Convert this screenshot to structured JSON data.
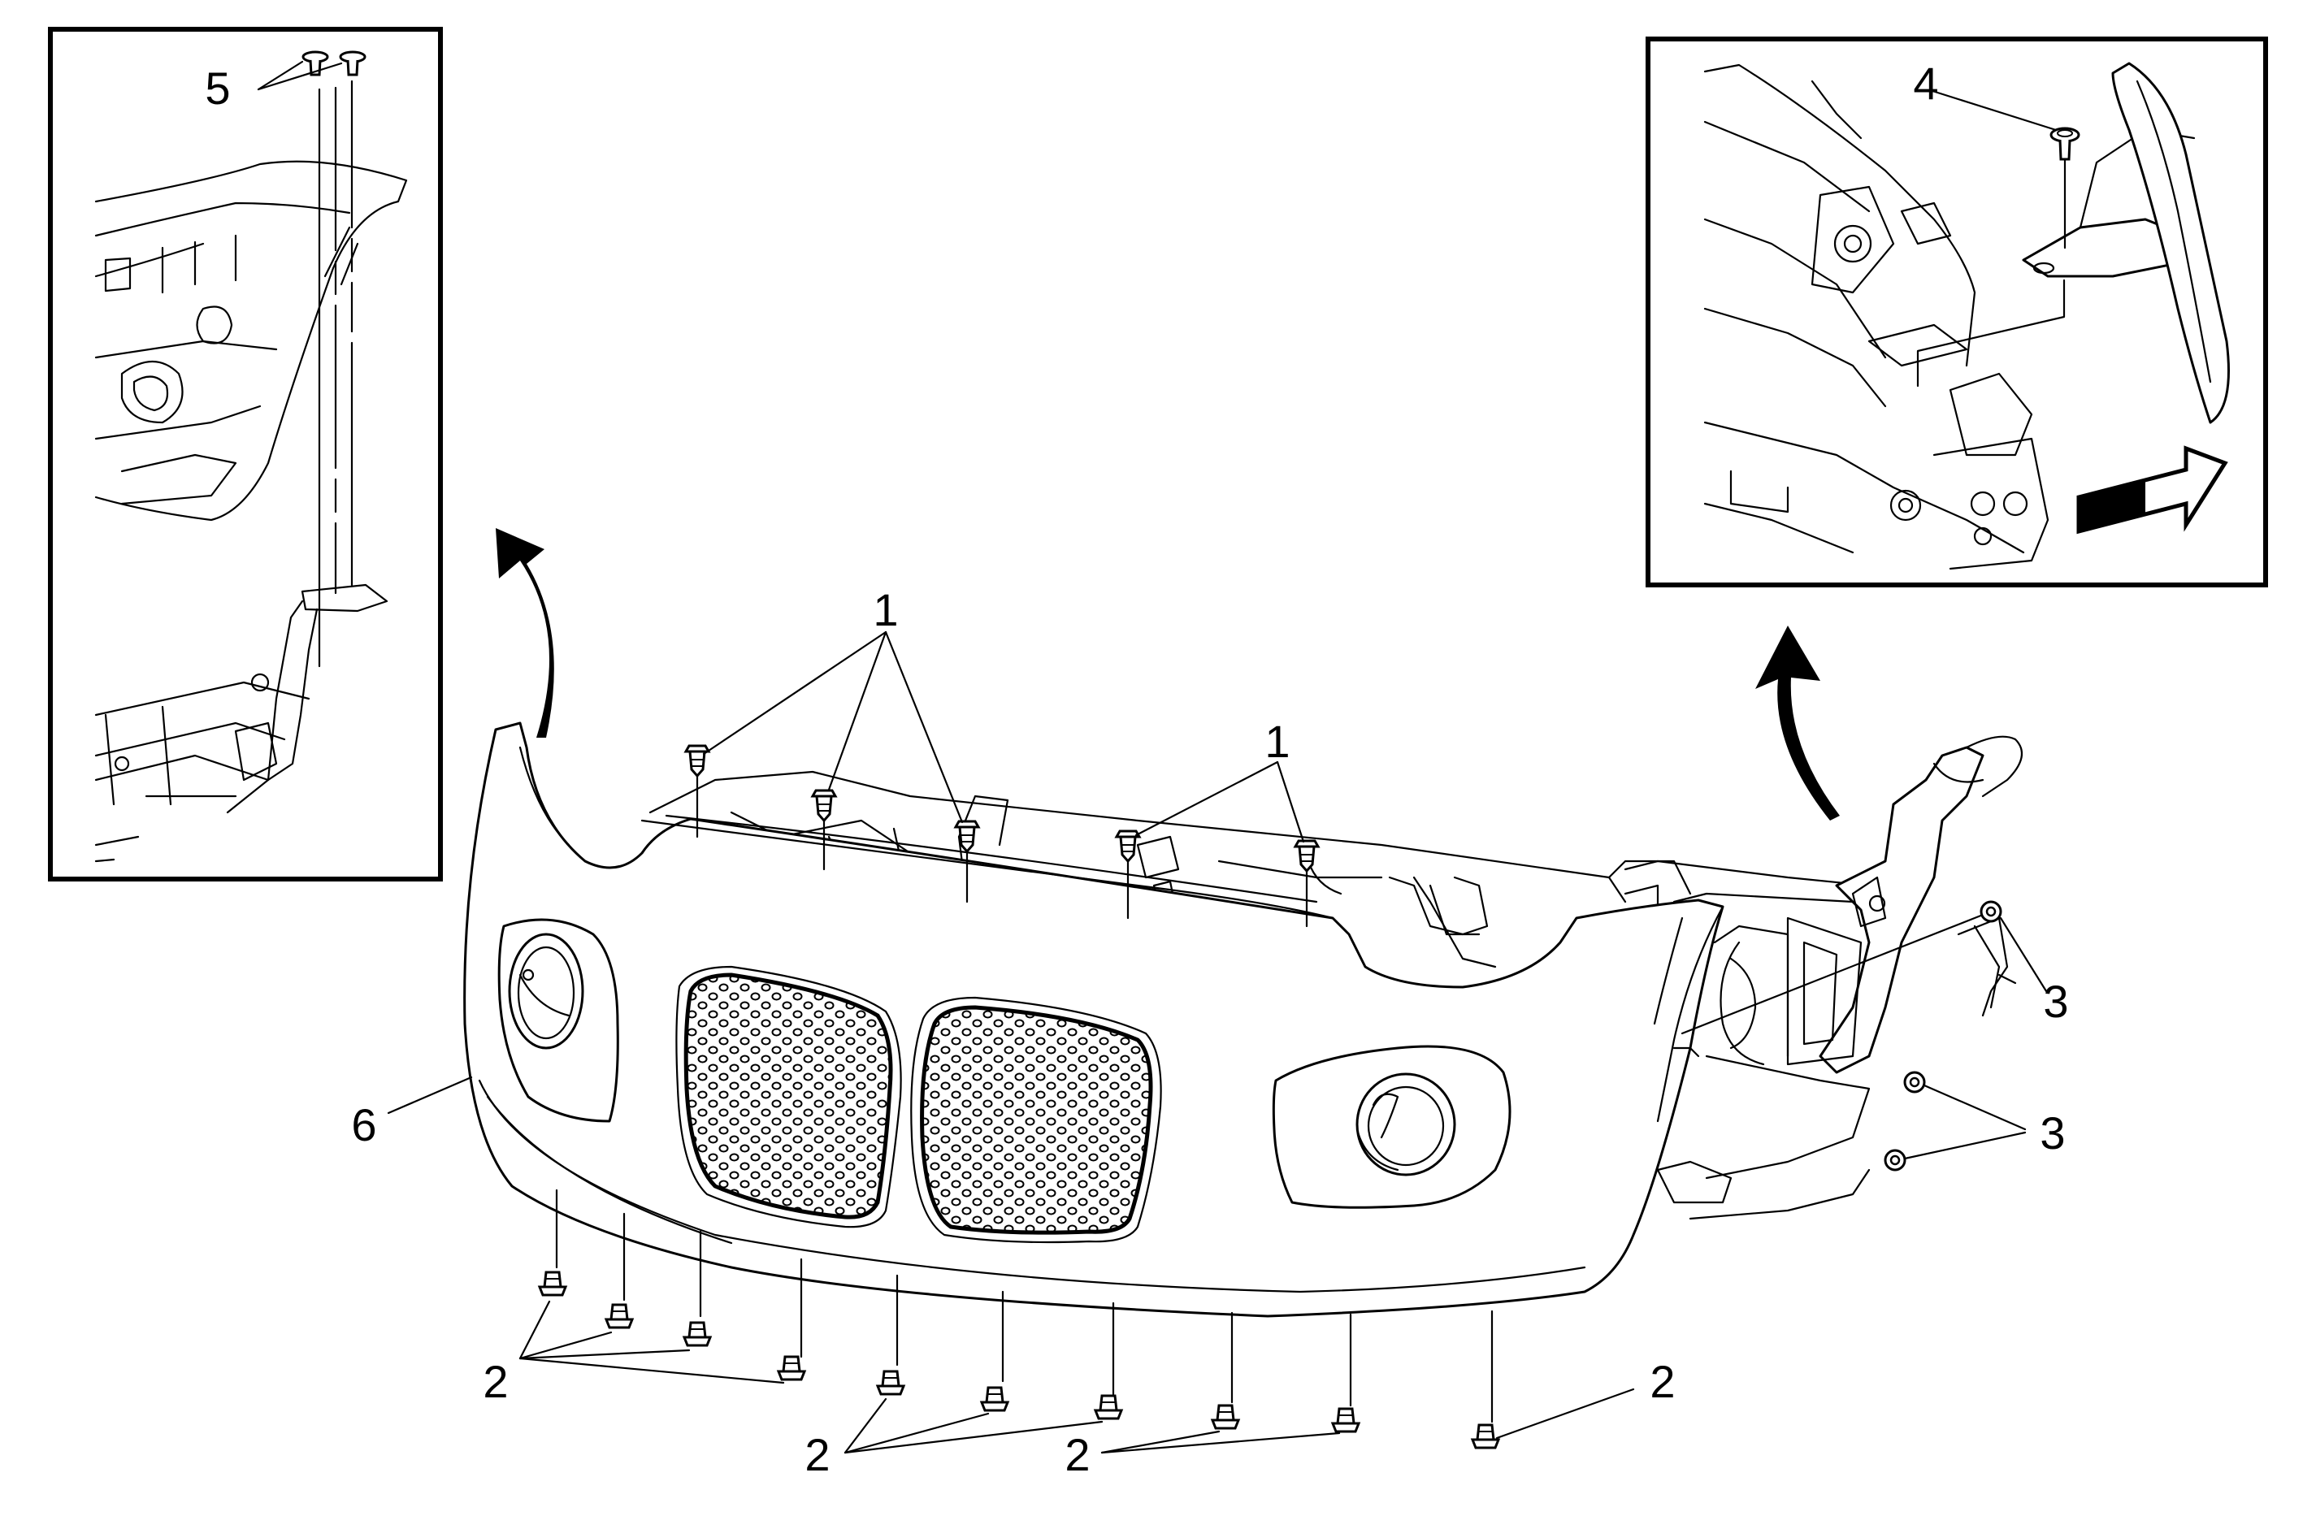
{
  "diagram": {
    "callouts": {
      "fastener_1": "1",
      "fastener_2": "2",
      "fastener_3": "3",
      "fastener_4": "4",
      "fastener_5": "5",
      "fascia_6": "6"
    },
    "colors": {
      "line": "#000000",
      "background": "#ffffff",
      "arrow_fill": "#000000"
    },
    "icons": {
      "removal_arrow": "curved-arrow-up-icon",
      "direction_arrow": "block-arrow-right-icon"
    }
  }
}
